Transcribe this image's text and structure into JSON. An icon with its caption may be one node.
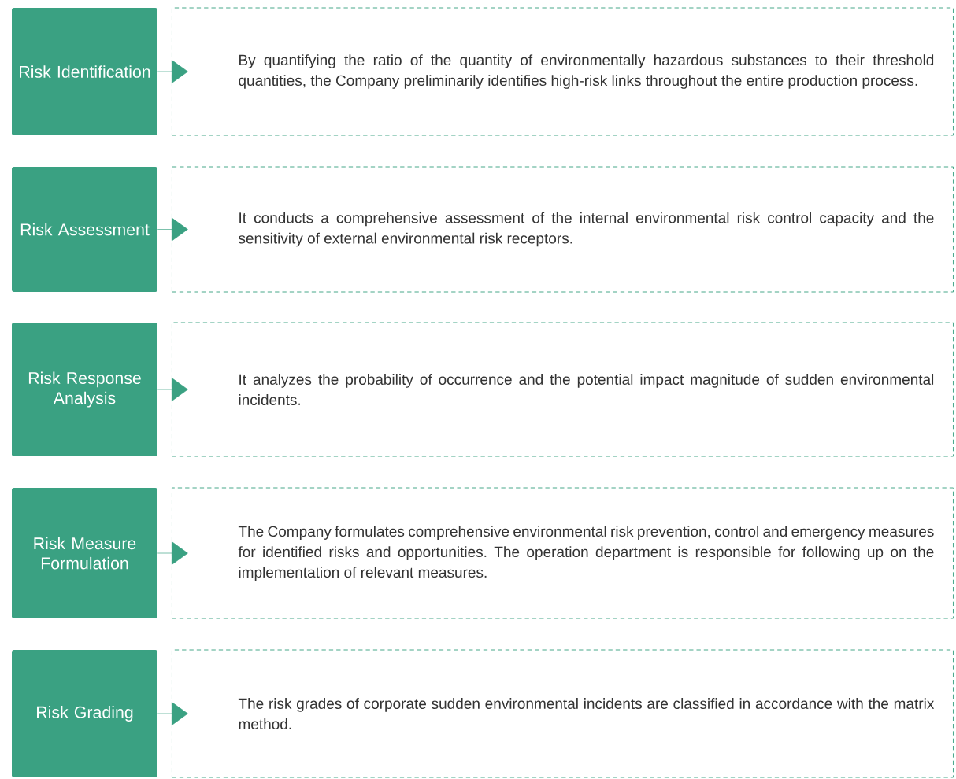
{
  "diagram": {
    "nodes": [
      {
        "text": [
          "Risk Identification"
        ]
      },
      {
        "text": [
          "By quantifying the ratio of the quantity of environmentally hazardous substances to their threshold quantities, the Company preliminarily identifies high-risk links throughout the entire production process."
        ]
      },
      {
        "text": [
          "Risk Assessment"
        ]
      },
      {
        "text": [
          "It conducts a comprehensive assessment of the internal environmental risk control capacity and the sensitivity of external environmental risk receptors."
        ]
      },
      {
        "text": [
          "Risk Response Analysis"
        ]
      },
      {
        "text": [
          "It analyzes the probability of occurrence and the potential impact magnitude of sudden environmental incidents."
        ]
      },
      {
        "text": [
          "Risk Measure Formulation"
        ]
      },
      {
        "text": [
          "The Company formulates comprehensive environmental risk prevention, control and emergency measures for identified risks and opportunities. The operation department is responsible for following up on the implementation of relevant measures."
        ]
      },
      {
        "text": [
          "Risk Grading"
        ]
      },
      {
        "text": [
          "The risk grades of corporate sudden environmental incidents are classified in accordance with the matrix method."
        ]
      }
    ],
    "edges": [
      {
        "from": 0,
        "to": 1,
        "arrow": "to"
      },
      {
        "from": 2,
        "to": 3,
        "arrow": "to"
      },
      {
        "from": 4,
        "to": 5,
        "arrow": "to"
      },
      {
        "from": 6,
        "to": 7,
        "arrow": "to"
      },
      {
        "from": 8,
        "to": 9,
        "arrow": "to"
      }
    ]
  }
}
